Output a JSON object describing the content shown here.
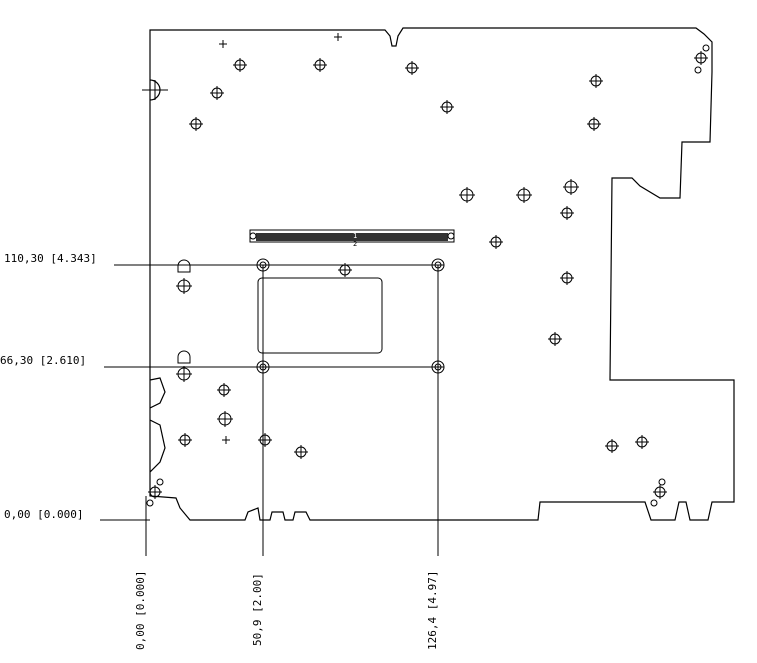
{
  "drawing": {
    "type": "mechanical-outline",
    "colors": {
      "line": "#000000",
      "background": "#ffffff",
      "connector_fill": "#333333"
    }
  },
  "dimensions": {
    "vertical": [
      {
        "label": "110,30 [4.343]"
      },
      {
        "label": "66,30 [2.610]"
      },
      {
        "label": "0,00 [0.000]"
      }
    ],
    "horizontal": [
      {
        "label": "0,00 [0.000]"
      },
      {
        "label": "50,9 [2.00]"
      },
      {
        "label": "126,4 [4.97]"
      }
    ]
  },
  "connector": {
    "marker": "1",
    "pin_mark": "2"
  }
}
